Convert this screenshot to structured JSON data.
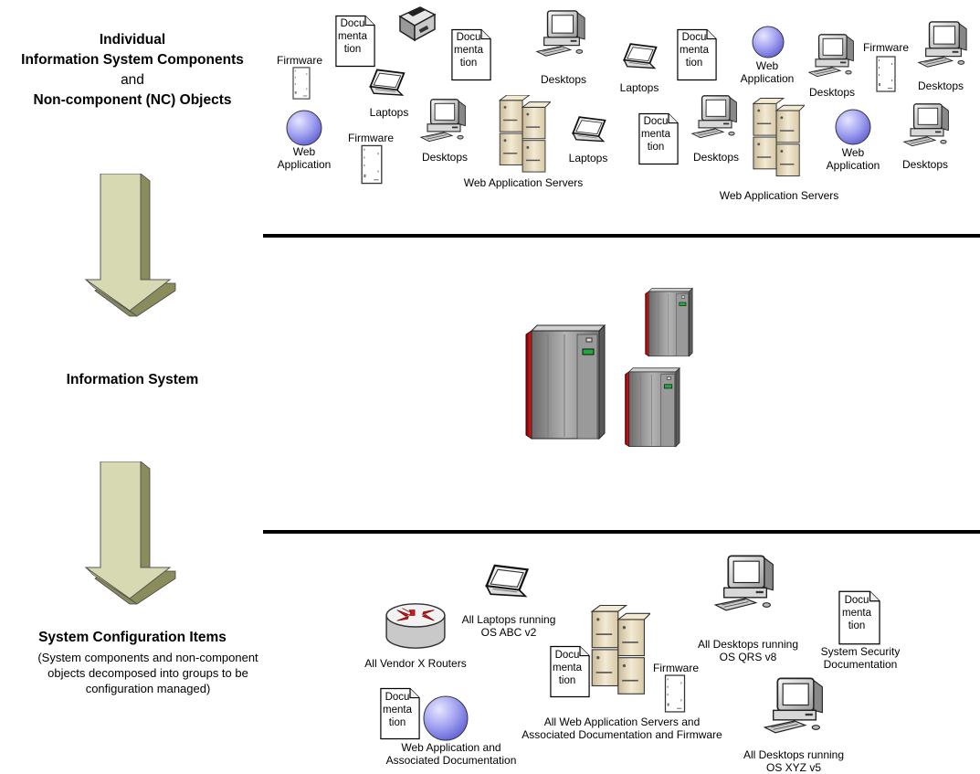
{
  "left_column": {
    "individual_title_lines": [
      "Individual",
      "Information System Components",
      "and",
      "Non-component (NC) Objects"
    ],
    "information_system_title": "Information System",
    "config_items_title": "System Configuration Items",
    "config_items_subtitle": "(System components and non-component objects decomposed into groups to be configuration managed)"
  },
  "top_row": {
    "firmware_1": "Firmware",
    "doc_1": "Docu\nmenta\ntion",
    "doc_2": "Docu\nmenta\ntion",
    "desktops_1": "Desktops",
    "doc_3": "Docu\nmenta\ntion",
    "web_app_1": "Web\nApplication",
    "firmware_2": "Firmware",
    "desktops_2": "Desktops",
    "laptops_1": "Laptops",
    "laptops_2": "Laptops",
    "desktops_3": "Desktops",
    "web_app_2": "Web\nApplication",
    "firmware_3": "Firmware",
    "desktops_4": "Desktops",
    "laptops_3": "Laptops",
    "doc_4": "Docu\nmenta\ntion",
    "desktops_5": "Desktops",
    "web_app_3": "Web\nApplication",
    "desktops_6": "Desktops",
    "web_app_servers_1": "Web Application Servers",
    "web_app_servers_2": "Web Application Servers"
  },
  "bottom_row": {
    "routers": "All Vendor X Routers",
    "laptops": "All Laptops running\nOS ABC v2",
    "desktops_qrs": "All Desktops running\nOS QRS v8",
    "sec_doc": "Docu\nmenta\ntion",
    "sec_doc_label": "System Security\nDocumentation",
    "servers_doc": "Docu\nmenta\ntion",
    "firmware": "Firmware",
    "servers_label": "All Web Application Servers and\nAssociated Documentation and Firmware",
    "webapp_doc": "Docu\nmenta\ntion",
    "webapp_label": "Web Application and\nAssociated Documentation",
    "desktops_xyz": "All Desktops running\nOS XYZ v5"
  },
  "colors": {
    "arrow_face": "#d7d9b3",
    "arrow_side": "#8a8c5c",
    "globe": "#9b9bf0",
    "mainframe_red": "#c81818",
    "mainframe_gray": "#8c8c8c",
    "server_beige": "#e8dcc0"
  }
}
